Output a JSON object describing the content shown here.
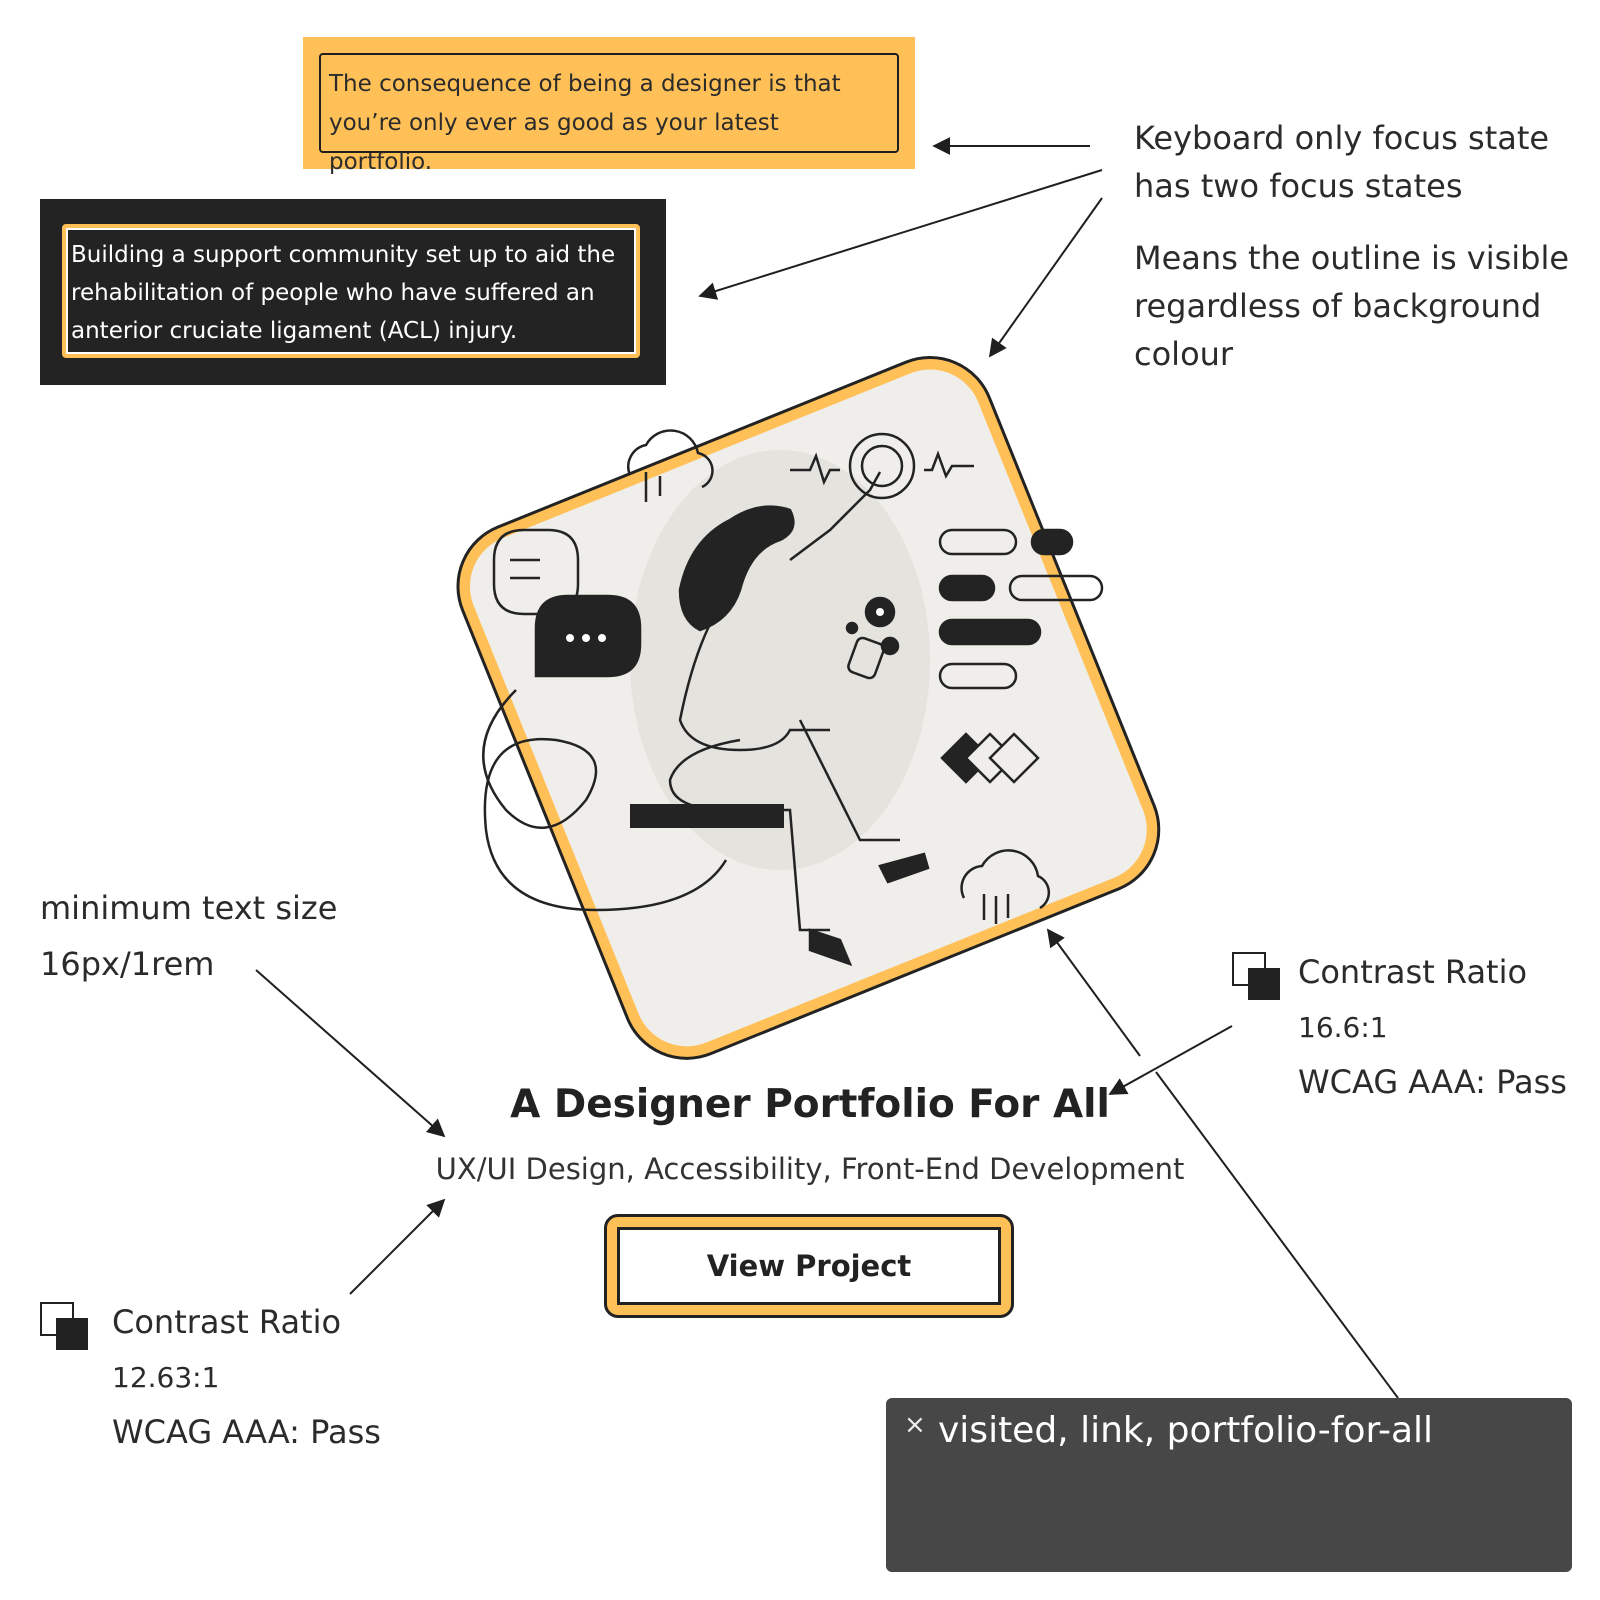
{
  "examples": {
    "yellow_text": "The consequence of being a designer is that you’re only ever as good as your latest portfolio.",
    "dark_text": "Building a support community set up to aid the rehabilitation of people who have suffered an anterior cruciate ligament (ACL) injury."
  },
  "annotations": {
    "focus_line1": "Keyboard only focus state",
    "focus_line2": "has two focus states",
    "outline_line1": "Means the outline is visible",
    "outline_line2": "regardless of background",
    "outline_line3": "colour",
    "min_text_line1": "minimum text size",
    "min_text_line2": "16px/1rem"
  },
  "card": {
    "title": "A Designer Portfolio For All",
    "subtitle": "UX/UI Design, Accessibility, Front-End Development",
    "button_label": "View Project"
  },
  "contrast_title": {
    "label": "Contrast Ratio",
    "ratio": "16.6:1",
    "wcag": "WCAG AAA: Pass"
  },
  "contrast_subtitle": {
    "label": "Contrast Ratio",
    "ratio": "12.63:1",
    "wcag": "WCAG AAA: Pass"
  },
  "tooltip": {
    "close_icon": "×",
    "text": "visited, link, portfolio-for-all"
  },
  "colors": {
    "accent": "#ffc057",
    "dark": "#232323",
    "tooltip_bg": "#474747",
    "card_bg": "#efeeea"
  }
}
